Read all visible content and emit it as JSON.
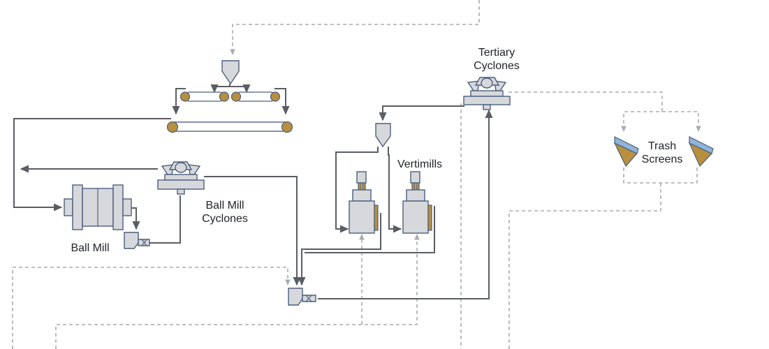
{
  "colors": {
    "flow_line": "#5a5d63",
    "dashed_line": "#a9abaf",
    "equipment_fill": "#d7d8dc",
    "equipment_outline": "#4b5f7e",
    "accent_gold": "#b88f3e",
    "accent_blue": "#8fb3d9"
  },
  "labels": {
    "tertiary_cyclones": [
      "Tertiary",
      "Cyclones"
    ],
    "trash_screens": [
      "Trash",
      "Screens"
    ],
    "vertimills": "Vertimills",
    "ball_mill_cyclones": [
      "Ball Mill",
      "Cyclones"
    ],
    "ball_mill": "Ball Mill"
  }
}
